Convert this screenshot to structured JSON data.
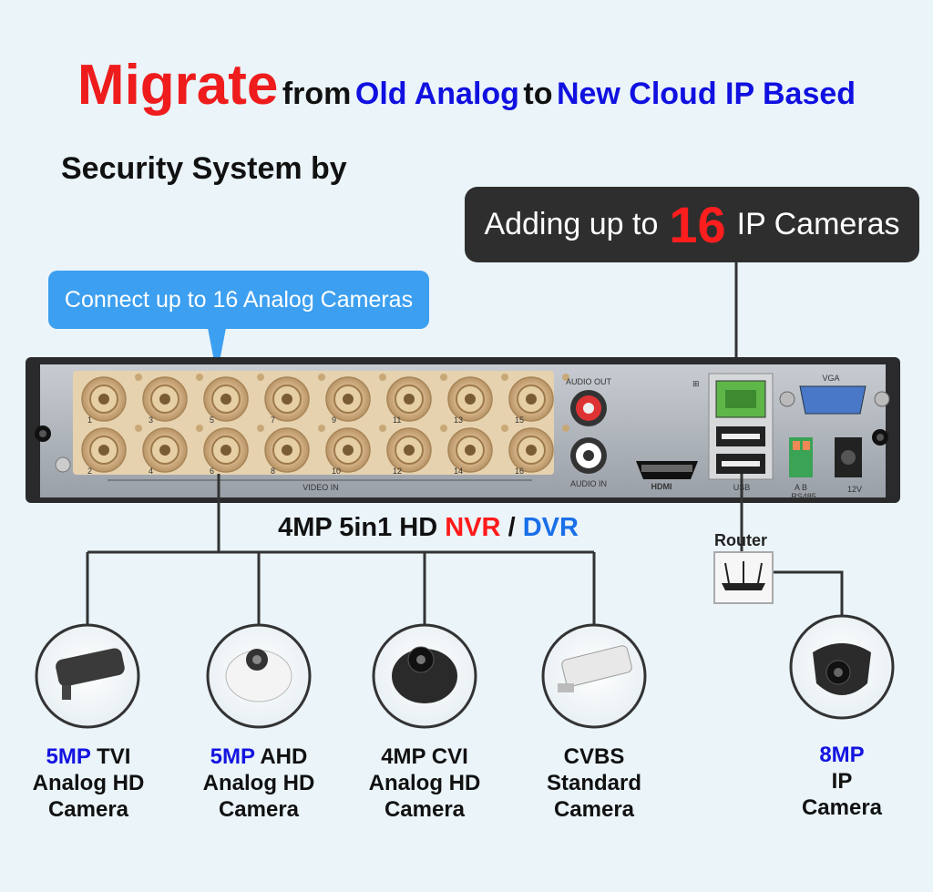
{
  "headline": {
    "word_big": "Migrate",
    "from": "from",
    "old": "Old Analog",
    "to": "to",
    "new": "New Cloud IP Based"
  },
  "subhead": "Security System by",
  "ip_callout": {
    "prefix": "Adding up to",
    "number": "16",
    "suffix": "IP Cameras"
  },
  "analog_callout": "Connect up to 16 Analog Cameras",
  "device": {
    "title_prefix": "4MP 5in1 HD",
    "nvr": "NVR",
    "slash": "/",
    "dvr": "DVR",
    "panel": {
      "audio_out": "AUDIO OUT",
      "audio_in": "AUDIO IN",
      "video_in": "VIDEO IN",
      "vga": "VGA",
      "hdmi": "HDMI",
      "usb": "USB",
      "rs485": "RS485",
      "ab": "A   B",
      "power": "12V",
      "port_numbers_top": [
        "1",
        "3",
        "5",
        "7",
        "9",
        "11",
        "13",
        "15"
      ],
      "port_numbers_bottom": [
        "2",
        "4",
        "6",
        "8",
        "10",
        "12",
        "14",
        "16"
      ]
    }
  },
  "router_label": "Router",
  "cameras": [
    {
      "highlight": "5MP",
      "line1": " TVI",
      "line2": "Analog HD",
      "line3": "Camera"
    },
    {
      "highlight": "5MP",
      "line1": " AHD",
      "line2": "Analog HD",
      "line3": "Camera"
    },
    {
      "highlight": "",
      "line1": "4MP CVI",
      "line2": "Analog HD",
      "line3": "Camera"
    },
    {
      "highlight": "",
      "line1": "CVBS",
      "line2": "Standard",
      "line3": "Camera"
    },
    {
      "highlight": "8MP",
      "line1": "",
      "line2": "IP",
      "line3": "Camera"
    }
  ],
  "colors": {
    "accent_red": "#ee1c1c",
    "accent_blue": "#1010e0",
    "callout_blue": "#3c9ff0",
    "dark": "#2e2e2e",
    "background": "#eaf4f9"
  }
}
